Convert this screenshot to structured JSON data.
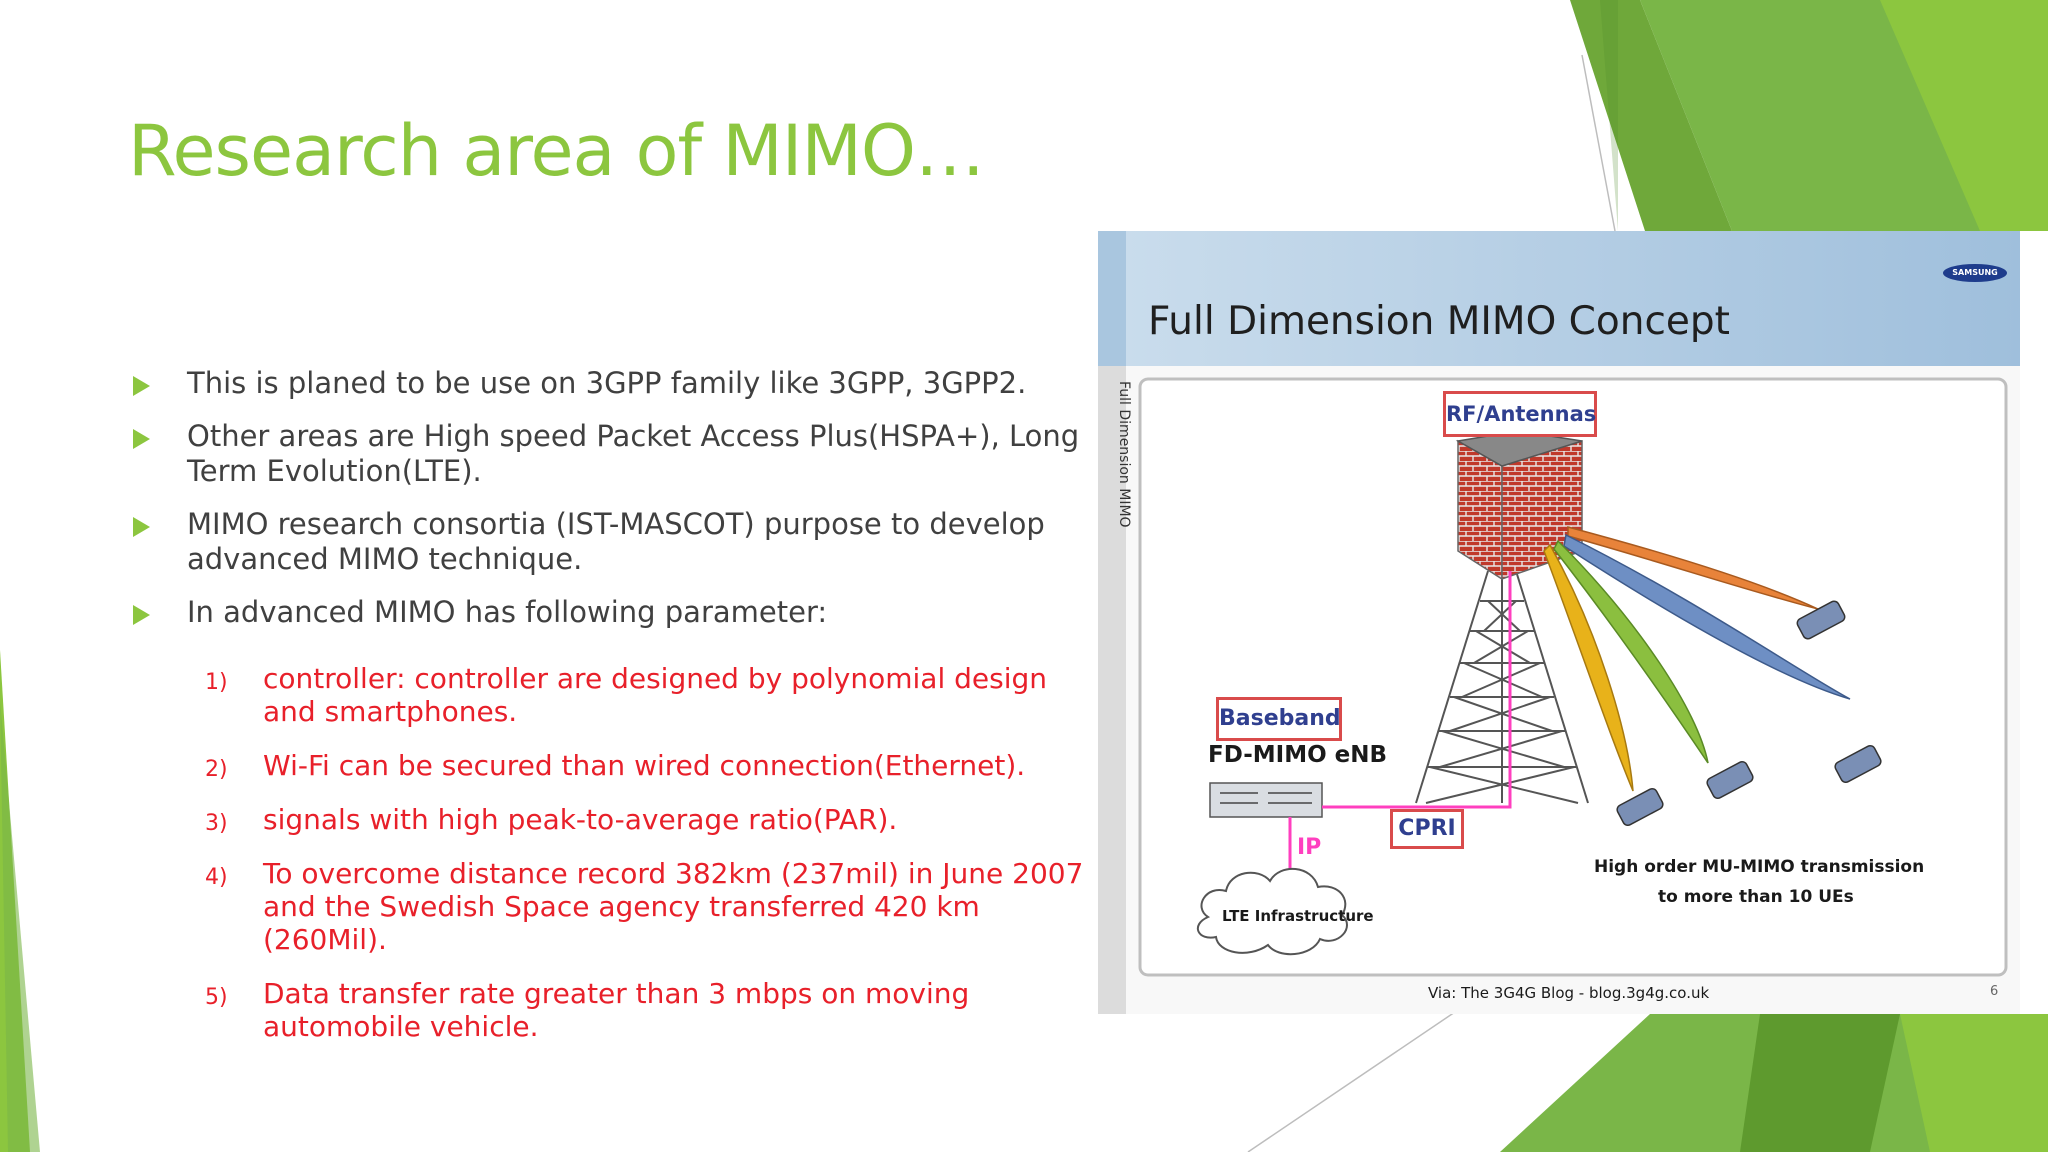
{
  "slide": {
    "title": "Research area of MIMO…",
    "bullets": [
      "This is planed to be use on 3GPP family like 3GPP, 3GPP2.",
      "Other areas are High speed Packet Access Plus(HSPA+), Long Term Evolution(LTE).",
      "MIMO research consortia (IST-MASCOT) purpose to develop advanced MIMO technique.",
      "In advanced MIMO has following parameter:"
    ],
    "subitems": [
      {
        "num": "1)",
        "text": "controller: controller are designed by polynomial design and smartphones."
      },
      {
        "num": "2)",
        "text": "Wi-Fi can be secured than wired connection(Ethernet)."
      },
      {
        "num": "3)",
        "text": "signals with high peak-to-average ratio(PAR)."
      },
      {
        "num": "4)",
        "text": "To overcome distance record 382km (237mil) in June 2007 and the Swedish  Space agency transferred 420 km (260Mil)."
      },
      {
        "num": "5)",
        "text": "Data transfer rate greater than  3 mbps on moving automobile  vehicle."
      }
    ]
  },
  "figure": {
    "heading": "Full Dimension MIMO Concept",
    "side_label": "Full Dimension MIMO",
    "logo": "SAMSUNG",
    "rf_label": "RF/Antennas",
    "baseband_label": "Baseband",
    "enb_label": "FD-MIMO eNB",
    "cpri_label": "CPRI",
    "ip_label": "IP",
    "lte_label": "LTE Infrastructure",
    "mu_mimo_line1": "High order MU-MIMO transmission",
    "mu_mimo_line2": "to more than 10 UEs",
    "credit": "Via: The 3G4G Blog - blog.3g4g.co.uk",
    "page_number": "6",
    "beam_colors": [
      "#e8833a",
      "#6e8fc4",
      "#8bbf3f",
      "#e8b21a"
    ]
  },
  "theme": {
    "accent": "#8cc63f",
    "text": "#404040",
    "red": "#e8202a"
  }
}
